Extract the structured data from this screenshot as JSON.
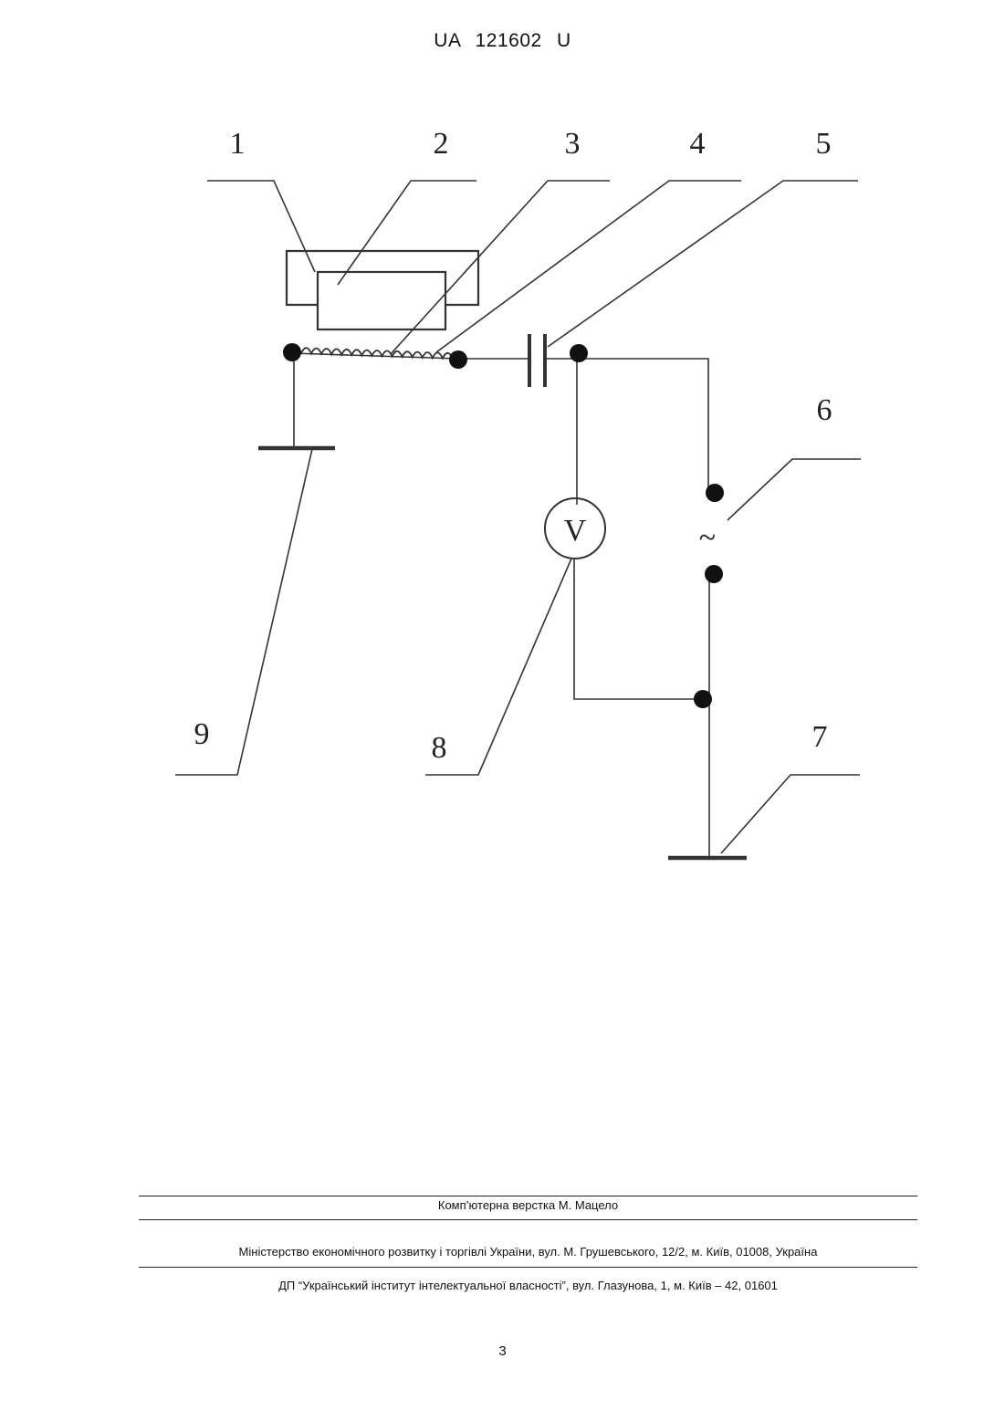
{
  "header": {
    "doc_number": "UA 121602 U"
  },
  "figure": {
    "labels": [
      "1",
      "2",
      "3",
      "4",
      "5",
      "6",
      "7",
      "8",
      "9"
    ],
    "voltmeter_symbol": "V",
    "ac_source_symbol": "~"
  },
  "footer": {
    "credits": "Комп’ютерна верстка М. Мацело",
    "ministry": "Міністерство економічного розвитку і торгівлі України, вул. М. Грушевського, 12/2, м. Київ, 01008, Україна",
    "institute": "ДП “Український інститут інтелектуальної власності”, вул. Глазунова, 1, м. Київ – 42, 01601"
  },
  "page_number": "3"
}
